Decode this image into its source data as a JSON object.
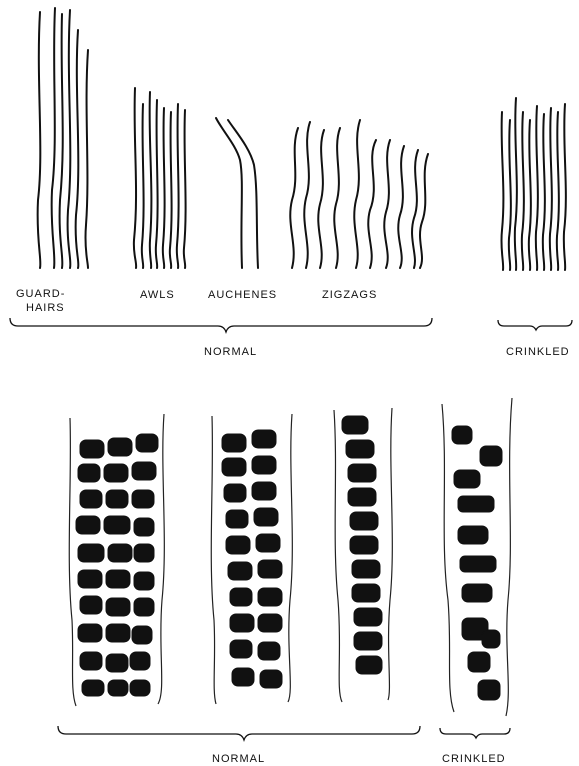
{
  "top_panel": {
    "labels": {
      "guardhairs_line1": "GUARD-",
      "guardhairs_line2": "HAIRS",
      "awls": "AWLS",
      "auchenes": "AUCHENES",
      "zigzags": "ZIGZAGS"
    },
    "group_labels": {
      "normal": "NORMAL",
      "crinkled": "CRINKLED"
    }
  },
  "bottom_panel": {
    "group_labels": {
      "normal": "NORMAL",
      "crinkled": "CRINKLED"
    }
  }
}
